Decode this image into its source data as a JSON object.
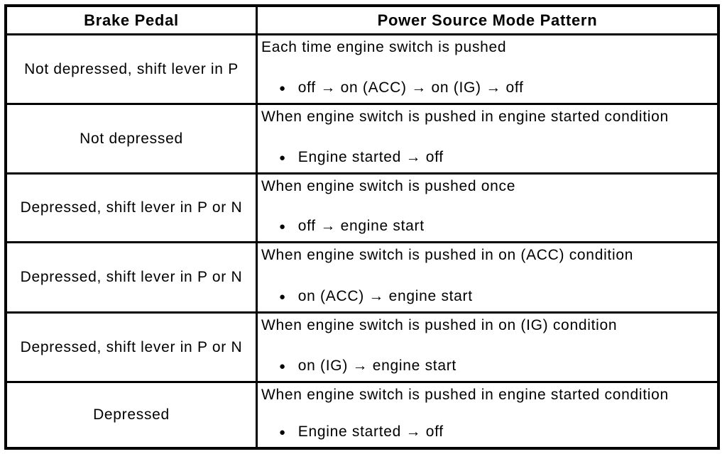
{
  "page": {
    "background_color": "#ffffff",
    "border_color": "#000000",
    "text_color": "#000000"
  },
  "table": {
    "bullet": "●",
    "columns": [
      {
        "label": "Brake Pedal"
      },
      {
        "label": "Power Source Mode Pattern"
      }
    ],
    "rows": [
      {
        "brake_pedal": "Not depressed, shift lever in P",
        "condition": "Each time engine switch is pushed",
        "pattern": "off → on (ACC) → on (IG) → off"
      },
      {
        "brake_pedal": "Not depressed",
        "condition": "When engine switch is pushed in engine started condition",
        "pattern": "Engine started → off"
      },
      {
        "brake_pedal": "Depressed, shift lever in P or N",
        "condition": "When engine switch is pushed once",
        "pattern": "off → engine start"
      },
      {
        "brake_pedal": "Depressed, shift lever in P or N",
        "condition": "When engine switch is pushed in on (ACC) condition",
        "pattern": "on (ACC) → engine start"
      },
      {
        "brake_pedal": "Depressed, shift lever in P or N",
        "condition": "When engine switch is pushed in on (IG) condition",
        "pattern": "on (IG) → engine start"
      },
      {
        "brake_pedal": "Depressed",
        "condition": "When engine switch is pushed in engine started condition",
        "pattern": "Engine started → off"
      }
    ]
  }
}
